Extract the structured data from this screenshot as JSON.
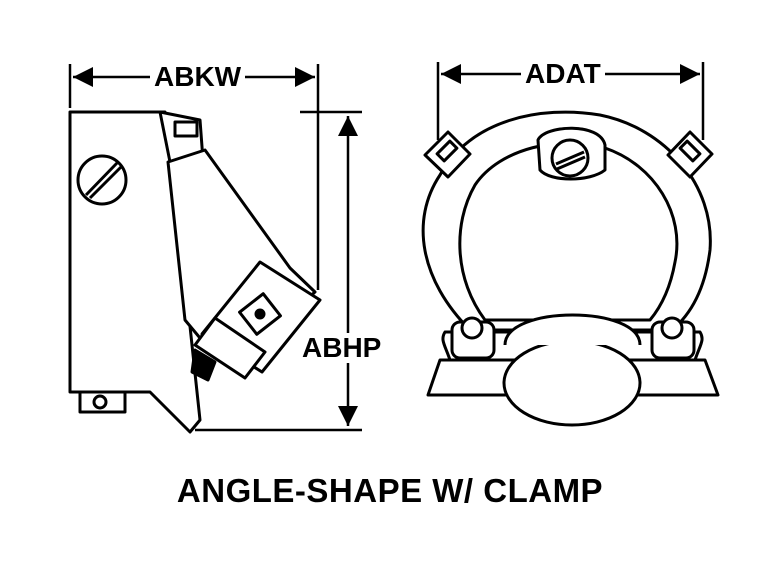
{
  "dimensions": {
    "width_label": "ABKW",
    "height_label": "ABHP",
    "across_label": "ADAT"
  },
  "caption": "ANGLE-SHAPE W/ CLAMP"
}
